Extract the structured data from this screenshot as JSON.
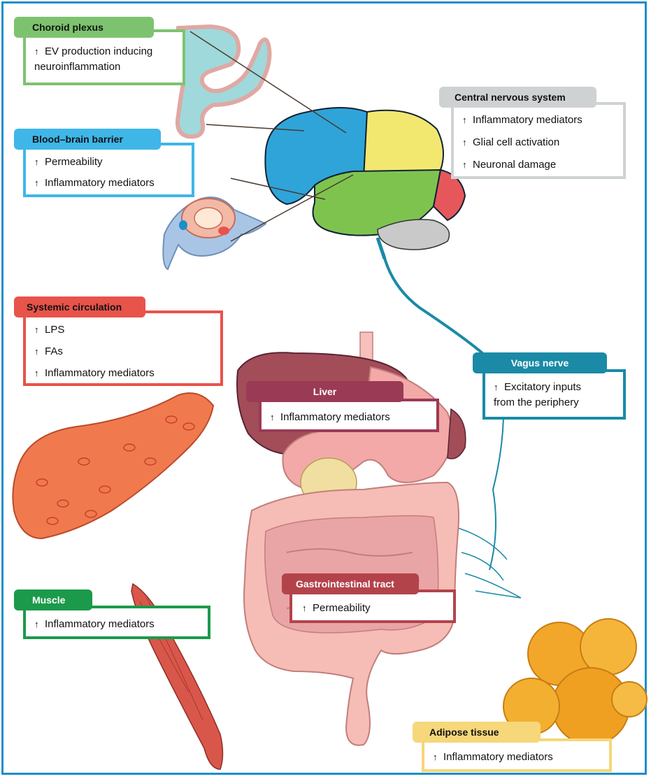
{
  "arrow_symbol": "↑",
  "colors": {
    "frame": "#1b8fc9",
    "choroid": "#7dc36f",
    "bbb": "#3fb6e8",
    "cns": "#cfd2d3",
    "systemic": "#e8534a",
    "vagus": "#1a8aa6",
    "liver": "#9b3a55",
    "gi": "#b3434b",
    "muscle": "#1b9a4b",
    "adipose": "#f6d77a"
  },
  "choroid": {
    "title": "Choroid plexus",
    "lines": [
      "EV production inducing",
      "neuroinflammation"
    ]
  },
  "bbb": {
    "title": "Blood–brain barrier",
    "items": [
      "Permeability",
      "Inflammatory mediators"
    ]
  },
  "cns": {
    "title": "Central nervous system",
    "items": [
      "Inflammatory mediators",
      "Glial cell activation",
      "Neuronal damage"
    ]
  },
  "systemic": {
    "title": "Systemic circulation",
    "items": [
      "LPS",
      "FAs",
      "Inflammatory mediators"
    ]
  },
  "vagus": {
    "title": "Vagus nerve",
    "lines": [
      "Excitatory inputs",
      "from the periphery"
    ]
  },
  "liver": {
    "title": "Liver",
    "items": [
      "Inflammatory mediators"
    ]
  },
  "gi": {
    "title": "Gastrointestinal tract",
    "items": [
      "Permeability"
    ]
  },
  "muscle": {
    "title": "Muscle",
    "items": [
      "Inflammatory mediators"
    ]
  },
  "adipose": {
    "title": "Adipose tissue",
    "items": [
      "Inflammatory mediators"
    ]
  }
}
